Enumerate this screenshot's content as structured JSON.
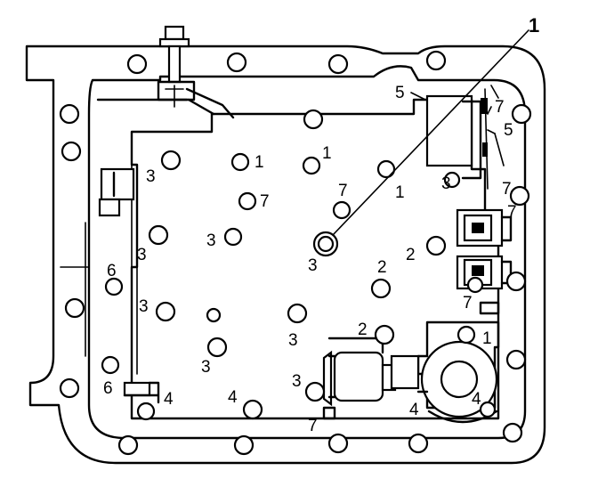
{
  "callout_main": "1",
  "labels": [
    {
      "id": "l-5a",
      "text": "5"
    },
    {
      "id": "l-7a",
      "text": "7"
    },
    {
      "id": "l-5b",
      "text": "5"
    },
    {
      "id": "l-3a",
      "text": "3"
    },
    {
      "id": "l-1a",
      "text": "1"
    },
    {
      "id": "l-1b",
      "text": "1"
    },
    {
      "id": "l-7b",
      "text": "7"
    },
    {
      "id": "l-7c",
      "text": "7"
    },
    {
      "id": "l-1c",
      "text": "1"
    },
    {
      "id": "l-3b",
      "text": "3"
    },
    {
      "id": "l-7d",
      "text": "7"
    },
    {
      "id": "l-7e",
      "text": "7"
    },
    {
      "id": "l-3c",
      "text": "3"
    },
    {
      "id": "l-3d",
      "text": "3"
    },
    {
      "id": "l-2a",
      "text": "2"
    },
    {
      "id": "l-3e",
      "text": "3"
    },
    {
      "id": "l-2b",
      "text": "2"
    },
    {
      "id": "l-6a",
      "text": "6"
    },
    {
      "id": "l-3f",
      "text": "3"
    },
    {
      "id": "l-7f",
      "text": "7"
    },
    {
      "id": "l-2c",
      "text": "2"
    },
    {
      "id": "l-1d",
      "text": "1"
    },
    {
      "id": "l-3g",
      "text": "3"
    },
    {
      "id": "l-3h",
      "text": "3"
    },
    {
      "id": "l-3i",
      "text": "3"
    },
    {
      "id": "l-6b",
      "text": "6"
    },
    {
      "id": "l-4a",
      "text": "4"
    },
    {
      "id": "l-4b",
      "text": "4"
    },
    {
      "id": "l-4c",
      "text": "4"
    },
    {
      "id": "l-4d",
      "text": "4"
    },
    {
      "id": "l-7g",
      "text": "7"
    }
  ]
}
